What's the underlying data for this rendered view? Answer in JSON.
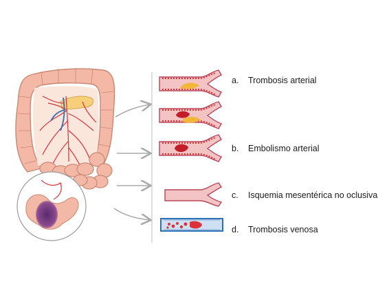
{
  "items": [
    {
      "letter": "a.",
      "label": "Trombosis arterial"
    },
    {
      "letter": "b.",
      "label": "Embolismo arterial"
    },
    {
      "letter": "c.",
      "label": "Isquemia mesentérica no oclusiva"
    },
    {
      "letter": "d.",
      "label": "Trombosis venosa"
    }
  ],
  "colors": {
    "intestine": "#f3b9a6",
    "intestine_outline": "#c98773",
    "artery": "#d9323a",
    "vein": "#2f6fb3",
    "clot_yellow": "#f3b63c",
    "vessel_pink": "#f4c4c4",
    "vessel_wall": "#b7465a",
    "ischemia": "#6e3b7d",
    "arrow": "#aaaaaa",
    "divider": "#bdbdbd"
  }
}
